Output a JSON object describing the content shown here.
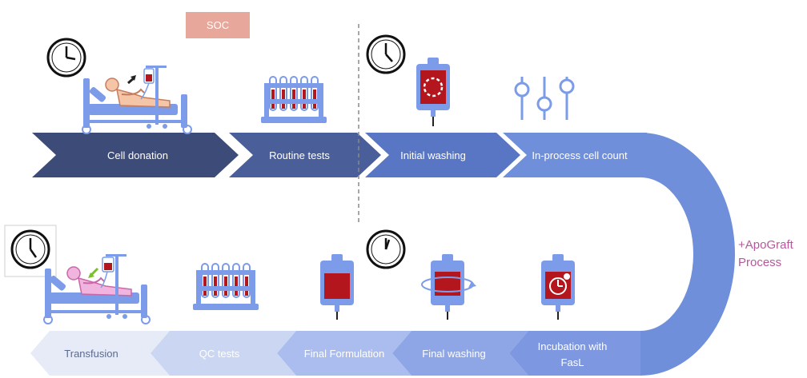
{
  "soc_label": "SOC",
  "process_label": {
    "line1": "+ApoGraft",
    "line2": "Process"
  },
  "top_steps": [
    {
      "label": "Cell donation",
      "color": "#3d4b78"
    },
    {
      "label": "Routine tests",
      "color": "#4a5f99"
    },
    {
      "label": "Initial washing",
      "color": "#5876c4"
    },
    {
      "label": "In-process cell count",
      "color": "#6f8fdb"
    }
  ],
  "bottom_steps": [
    {
      "label": "Transfusion",
      "color": "#e6ebf7"
    },
    {
      "label": "QC tests",
      "color": "#cbd6f2"
    },
    {
      "label": "Final Formulation",
      "color": "#aabdee"
    },
    {
      "label": "Final washing",
      "color": "#8ea6e6"
    },
    {
      "label": "Incubation with",
      "label2": "FasL",
      "color": "#7d97e0"
    }
  ],
  "colors": {
    "arc": "#6f8fdb",
    "icon_blue": "#7c9be8",
    "blood_red": "#b3161d",
    "patient_pink": "#c868a8",
    "soc": "#e8a79b",
    "process_text": "#b4599a"
  },
  "icons": [
    "clock-icon",
    "hospital-bed-icon",
    "test-tubes-icon",
    "blood-bag-icon",
    "sliders-icon"
  ]
}
